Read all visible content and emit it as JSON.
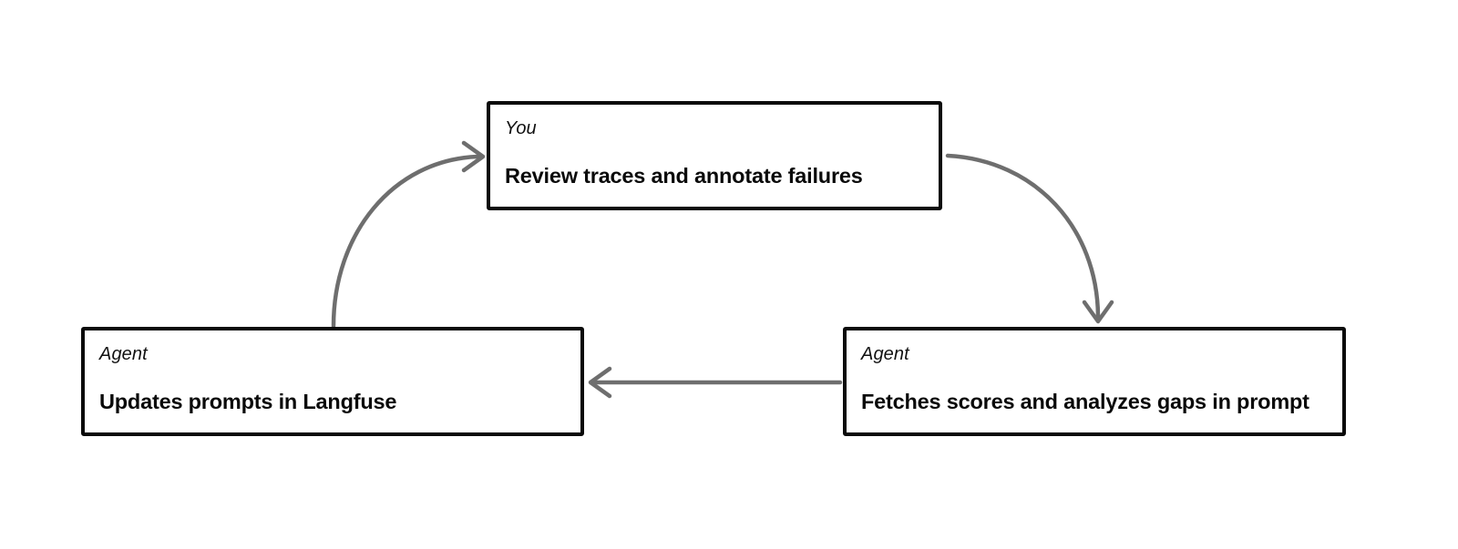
{
  "diagram": {
    "type": "cycle-flow",
    "background_color": "#ffffff",
    "node_border_color": "#0a0a0a",
    "arrow_color": "#6e6e6e",
    "text_color": "#0a0a0a",
    "nodes": [
      {
        "id": "top",
        "role": "You",
        "title": "Review traces and annotate failures"
      },
      {
        "id": "left",
        "role": "Agent",
        "title": "Updates prompts in Langfuse"
      },
      {
        "id": "right",
        "role": "Agent",
        "title": "Fetches scores and analyzes gaps in prompt"
      }
    ],
    "edges": [
      {
        "id": "left-to-top",
        "from": "left",
        "to": "top",
        "style": "curved",
        "direction": "up-right"
      },
      {
        "id": "top-to-right",
        "from": "top",
        "to": "right",
        "style": "curved",
        "direction": "down-right"
      },
      {
        "id": "right-to-left",
        "from": "right",
        "to": "left",
        "style": "straight",
        "direction": "left"
      }
    ]
  }
}
